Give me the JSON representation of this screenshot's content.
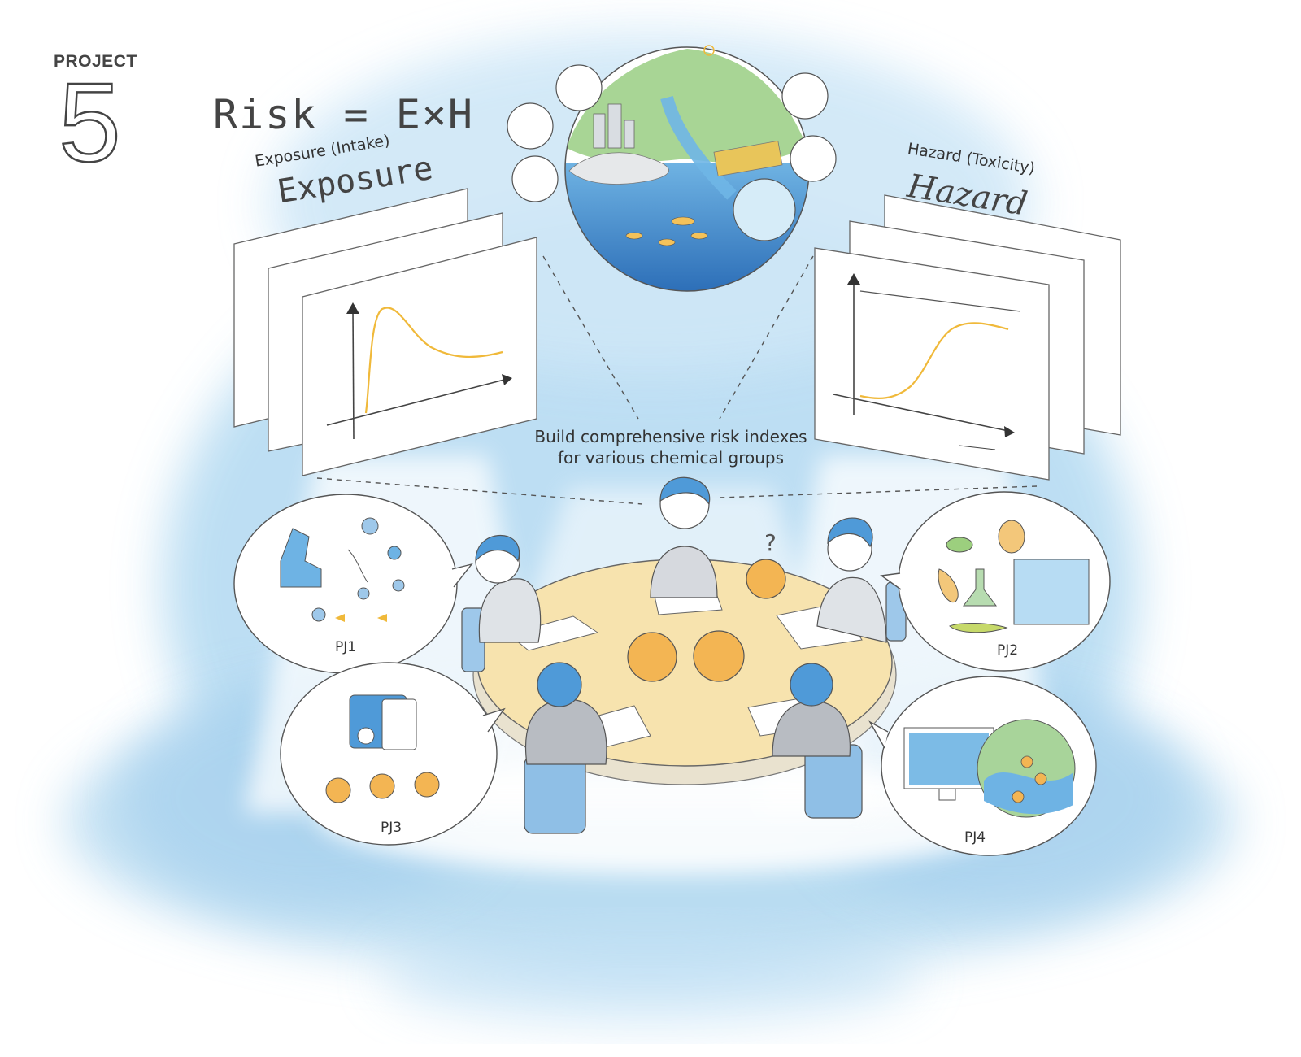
{
  "header": {
    "project_label": "PROJECT",
    "project_number": "5"
  },
  "formula": "Risk = E×H",
  "exposure": {
    "caption": "Exposure (Intake)",
    "title": "Exposure"
  },
  "hazard": {
    "caption": "Hazard (Toxicity)",
    "title": "Hazard"
  },
  "center_text": {
    "line1": "Build comprehensive risk indexes",
    "line2": "for various chemical groups"
  },
  "projects": [
    {
      "label": "PJ1"
    },
    {
      "label": "PJ2"
    },
    {
      "label": "PJ3"
    },
    {
      "label": "PJ4"
    }
  ],
  "colors": {
    "watercolor_blue": "#a9d3ee",
    "pale_blue": "#d8ecf8",
    "curve_yellow": "#f0b93a",
    "table_yellow": "#f7e3ae",
    "character_orange": "#f3b553",
    "ink": "#444444"
  },
  "icons": [
    "microscope-icon",
    "dna-icon",
    "neuron-icon",
    "mass-spectrometer-icon",
    "aquarium-icon",
    "flask-icon",
    "monitor-icon",
    "globe-landscape-icon"
  ]
}
